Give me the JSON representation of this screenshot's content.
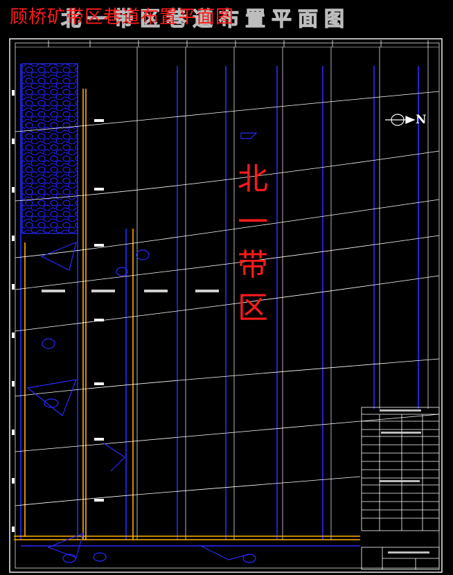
{
  "title": {
    "main": "顾桥矿带区巷道布置平面图",
    "ghost": "北一带区巷道布置平面图"
  },
  "region_label": "北一带区",
  "north_arrow": {
    "label": "N"
  },
  "colors": {
    "background": "#000000",
    "frame": "#ffffff",
    "coal_seam_lines": "#ffffff",
    "roadways_blue": "#2a2aff",
    "roadways_orange": "#ffb000",
    "goaf_hatch": "#2222ff",
    "title_red": "#ff1a1a",
    "ghost_title_outline": "#bdbdbd"
  },
  "icons": [
    "north-arrow-icon",
    "goaf-hatch-pattern",
    "roadway-symbol-icon",
    "legend-table"
  ]
}
